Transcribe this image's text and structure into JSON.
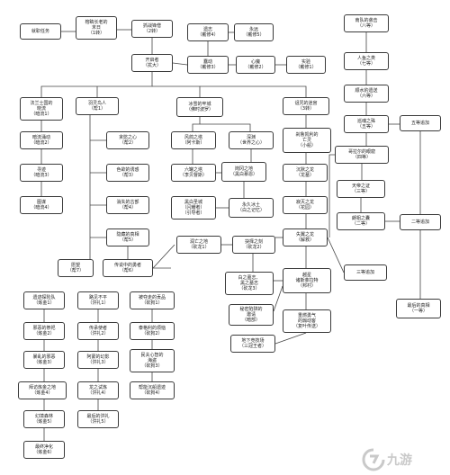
{
  "nodes": {
    "n1": "就职任务",
    "n2": "榕睛长老的\n末日\n（1转）",
    "n3": "抓战锋僧\n（2转）",
    "n4": "开启者\n（扰大）",
    "n5": "遗志\n（戴修4）",
    "n6": "永远\n（戴修5）",
    "n7": "蠢动\n（戴修3）",
    "n8": "心魔\n（戴修2）",
    "n9": "实验\n（戴修1）",
    "n10": "南队的袭击\n（八等）",
    "n11": "人鱼之类\n（七等）",
    "n12": "顺水豹遗送\n（六等）",
    "n13": "巡魂之殊\n（五等）",
    "n14": "哥拉尔的眼窟\n（四等）",
    "n15": "五等追加",
    "n16": "天帝之证\n（三等）",
    "n17": "朗祖之囊\n（二等）",
    "n18": "二等追加",
    "n19": "三等追加",
    "n20": "最后的真相\n（一等）",
    "a1": "法兰士国的\n晓流\n（暗流1）",
    "a2": "暗流涌动\n（暗流2）",
    "a3": "寻迹\n（暗流3）",
    "a4": "图谋\n（暗流4）",
    "b1": "羽灵鸟人\n（帮1）",
    "b2": "贪慾之心\n（帮2）",
    "b3": "色欲的诱惑\n（帮3）",
    "b4": "消失的古部\n（帮4）",
    "b5": "隐藏的真相\n（帮5）",
    "b6": "愿望\n（帮7）",
    "b7": "传说中的勇者\n（帮6）",
    "c1": "冰雪的牢城\n（佛时波罗）",
    "c2": "风鸽之塔\n（阿卡斯）",
    "c3": "六罐之塔\n（李贝督斯）",
    "c4": "深渊\n（世界之心）",
    "c5": "岗冈之地\n（黑白慕恩）",
    "c6": "黑白圣城\n（闪耀者）\n（引导者）",
    "c7": "永久冰土\n（白之记忆）",
    "c8": "润亡之地\n（砍龙1）",
    "c9": "抉择之刻\n（砍龙2）",
    "c10": "白之墓志、\n黑之墓志\n（砍龙3）",
    "d1": "诅咒的迷宫\n（3转）",
    "d2": "刹鲁凯利的\n亡灵\n（小船）",
    "d3": "沉默之龙\n（龙墓）",
    "d4": "寂灭之龙\n（花园）",
    "d5": "失翼之龙\n（解救）",
    "d6": "越星\n诸斯菲拉特\n（邦村）",
    "d7": "秘密陷阱的\n邀请\n（暗部）",
    "d8": "重燃勇气\n的煽动客\n（复叶传送）",
    "d9": "地下竞技场\n（三冠王者）",
    "e1": "遗迹探险队\n（炼金1）",
    "e2": "邪恶的祭祀\n（炼金2）",
    "e3": "暴乱的邪恶\n（炼金3）",
    "e4": "拜访炼金之地\n（炼金4）",
    "e5": "幻境森林\n（炼金5）",
    "e6": "最终净化\n（炼金6）",
    "f1": "路见不平\n（洪礼1）",
    "f2": "传承使者\n（洪礼2）",
    "f3": "阿蒙的幻影\n（洪礼3）",
    "f4": "龙之试炼\n（洪礼4）",
    "f5": "最后的洪礼\n（洪礼5）",
    "g1": "被夺走的贡品\n（砍狗1）",
    "g2": "泰格利的烦恼\n（砍狗2）",
    "g3": "民夫心智的\n海盗\n（砍狗3）",
    "g4": "帮能沉船遗迹\n（砍狗4）"
  },
  "watermark": {
    "logo_icon": "nine-game-logo-icon",
    "text": "九游"
  },
  "colors": {
    "node_border": "#3a3a3a",
    "connector": "#444444",
    "watermark": "#c9c9c9"
  }
}
